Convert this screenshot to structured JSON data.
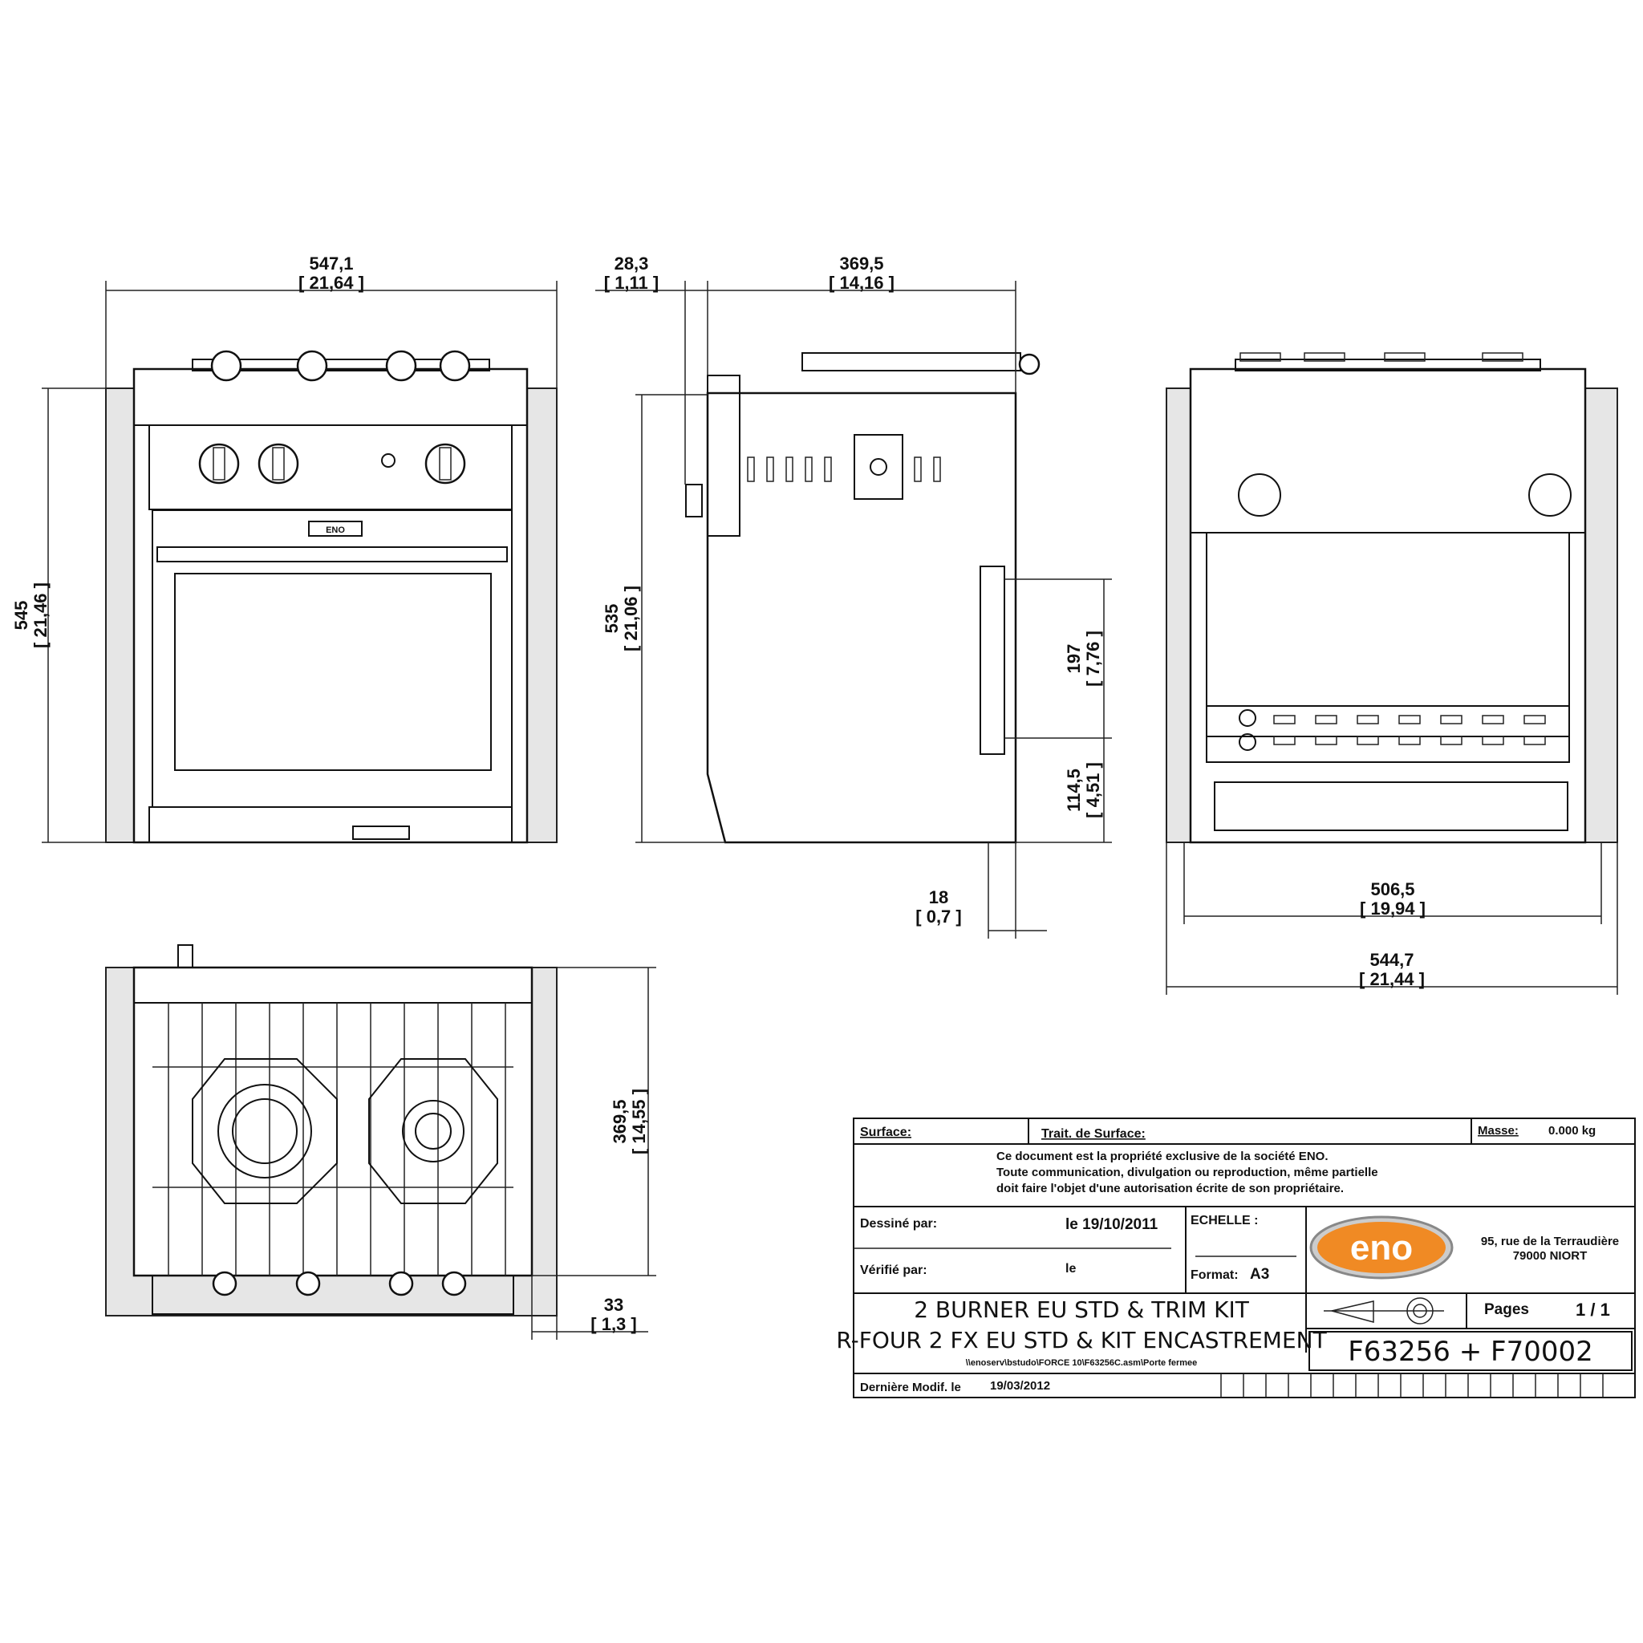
{
  "dimensions": {
    "front_width": "547,1",
    "front_width_in": "[ 21,64 ]",
    "front_height": "545",
    "front_height_in": "[ 21,46 ]",
    "side_offset": "28,3",
    "side_offset_in": "[ 1,11 ]",
    "side_depth": "369,5",
    "side_depth_in": "[ 14,16 ]",
    "side_height": "535",
    "side_height_in": "[ 21,06 ]",
    "side_mid": "197",
    "side_mid_in": "[ 7,76 ]",
    "side_low": "114,5",
    "side_low_in": "[ 4,51 ]",
    "side_flange": "18",
    "side_flange_in": "[ 0,7 ]",
    "rear_inner": "506,5",
    "rear_inner_in": "[ 19,94 ]",
    "rear_outer": "544,7",
    "rear_outer_in": "[ 21,44 ]",
    "top_depth": "369,5",
    "top_depth_in": "[ 14,55 ]",
    "top_front": "33",
    "top_front_in": "[ 1,3 ]"
  },
  "title_block": {
    "surface_label": "Surface:",
    "treatment_label": "Trait. de Surface:",
    "mass_label": "Masse:",
    "mass_value": "0.000 kg",
    "notice_1": "Ce document est la propriété exclusive de la société ENO.",
    "notice_2": "Toute communication, divulgation ou reproduction, même partielle",
    "notice_3": "doit faire l'objet d'une autorisation écrite de son propriétaire.",
    "drawn_by_label": "Dessiné par:",
    "drawn_date": "le 19/10/2011",
    "checked_by_label": "Vérifié par:",
    "checked_date": "le",
    "scale_label": "ECHELLE :",
    "format_label": "Format:",
    "format_value": "A3",
    "logo_text": "eno",
    "address_1": "95, rue de la Terraudière",
    "address_2": "79000 NIORT",
    "pages_label": "Pages",
    "pages_value": "1 / 1",
    "title_1": "2 BURNER EU STD & TRIM KIT",
    "title_2": "R-FOUR 2 FX EU STD & KIT ENCASTREMENT",
    "file_path": "\\\\enoserv\\bstudo\\FORCE 10\\F63256C.asm\\Porte fermee",
    "ref_number": "F63256 + F70002",
    "last_mod_label": "Dernière Modif. le",
    "last_mod_date": "19/03/2012"
  },
  "labels": {
    "nameplate": "ENO"
  },
  "colors": {
    "logo_orange": "#f08a24",
    "line": "#111111",
    "panel_fill": "#e6e6e6"
  }
}
